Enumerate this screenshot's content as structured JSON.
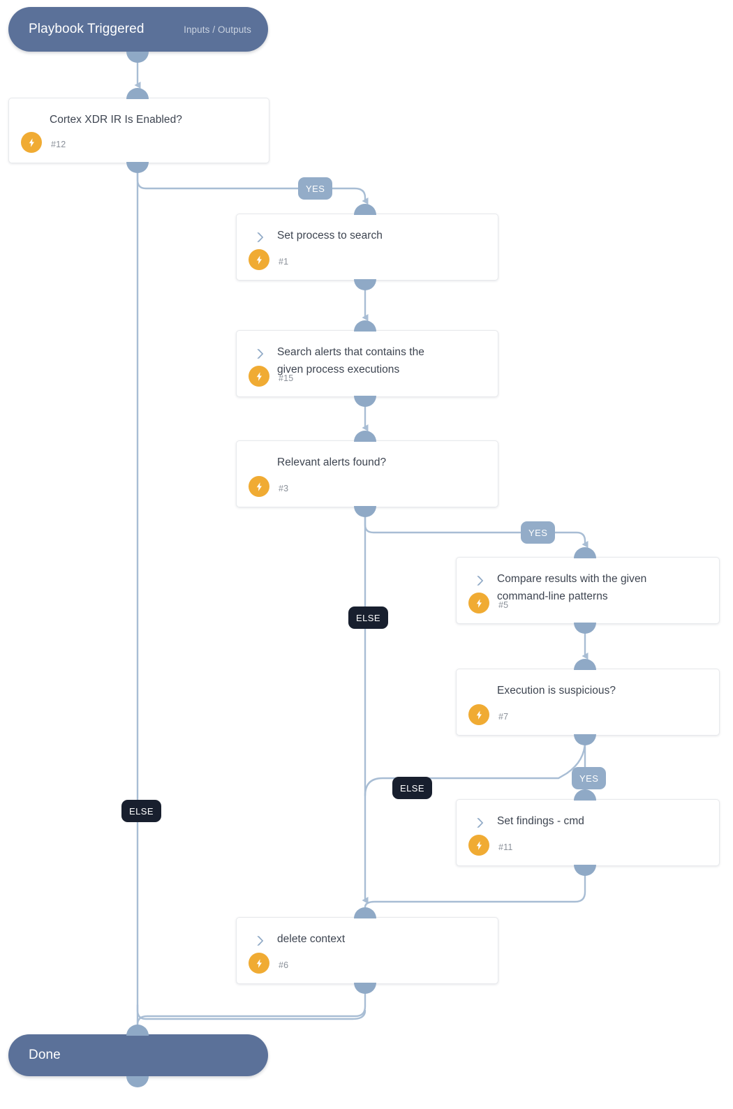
{
  "diagram": {
    "kind": "playbook-flow",
    "colors": {
      "terminal": "#5b7199",
      "connector": "#8fa9c6",
      "edge": "#a8bdd4",
      "badge_yes": "#93acc8",
      "badge_else": "#181f2e",
      "bolt": "#f0ab33",
      "card_text": "#3d4450",
      "card_id_text": "#8a9099",
      "background": "#ffffff"
    }
  },
  "start_node": {
    "title": "Playbook Triggered",
    "subtitle": "Inputs / Outputs"
  },
  "end_node": {
    "title": "Done"
  },
  "nodes": [
    {
      "id": "n12",
      "title": "Cortex XDR IR Is Enabled?",
      "ref": "#12",
      "icon": "condition-diamond-icon"
    },
    {
      "id": "n1",
      "title": "Set process to search",
      "ref": "#1",
      "icon": "task-chevron-icon"
    },
    {
      "id": "n15",
      "title": "Search alerts that contains the given process executions",
      "ref": "#15",
      "icon": "task-chevron-icon"
    },
    {
      "id": "n3",
      "title": "Relevant alerts found?",
      "ref": "#3",
      "icon": "condition-diamond-icon"
    },
    {
      "id": "n5",
      "title": "Compare results with the given command-line patterns",
      "ref": "#5",
      "icon": "task-chevron-icon"
    },
    {
      "id": "n7",
      "title": "Execution is suspicious?",
      "ref": "#7",
      "icon": "condition-diamond-icon"
    },
    {
      "id": "n11",
      "title": "Set findings - cmd",
      "ref": "#11",
      "icon": "task-chevron-icon"
    },
    {
      "id": "n6",
      "title": "delete context",
      "ref": "#6",
      "icon": "task-chevron-icon"
    }
  ],
  "branch_labels": {
    "yes_from_n12": "YES",
    "else_from_n12": "ELSE",
    "yes_from_n3": "YES",
    "else_from_n3": "ELSE",
    "yes_from_n7": "YES",
    "else_from_n7": "ELSE"
  }
}
